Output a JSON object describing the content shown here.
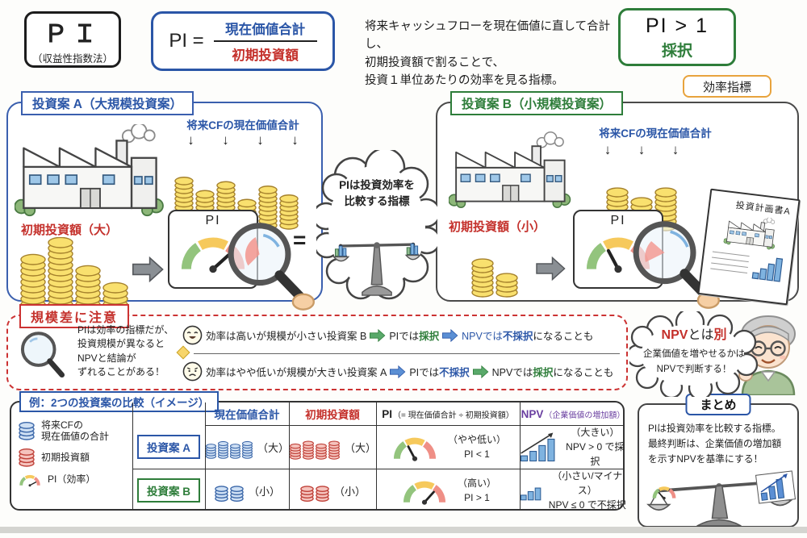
{
  "header": {
    "pi_box": {
      "title": "ＰＩ",
      "subtitle": "（収益性指数法）"
    },
    "formula": {
      "lhs": "PI =",
      "numerator": "現在価値合計",
      "denominator": "初期投資額"
    },
    "description": [
      "将来キャッシュフローを現在価値に直して合計し、",
      "初期投資額で割ることで、",
      "投資１単位あたりの効率を見る指標。"
    ],
    "decision": {
      "condition": "PI > 1",
      "action": "採択"
    },
    "efficiency_badge": "効率指標"
  },
  "plan_a": {
    "title": "投資案 A（大規模投資案）",
    "cf_label": "将来CFの現在価値合計",
    "invest_label": "初期投資額（大）",
    "gauge_label": "PI",
    "equals": "="
  },
  "cloud": {
    "line1": "PIは投資効率を",
    "line2": "比較する指標"
  },
  "plan_b": {
    "title": "投資案 B（小規模投資案）",
    "cf_label": "将来CFの現在価値合計",
    "invest_label": "初期投資額（小）",
    "gauge_label": "PI",
    "document_title": "投資計画書A"
  },
  "caution": {
    "title": "規模差に注意",
    "note": [
      "PIは効率の指標だが、",
      "投資規模が異なると",
      "NPVと結論が",
      "ずれることがある！"
    ],
    "row1": {
      "lead": "効率は高いが規模が小さい投資案 B",
      "pi_label": "PIでは",
      "pi_result": "採択",
      "npv_label": "NPVでは",
      "npv_result": "不採択",
      "suffix": "になることも"
    },
    "row2": {
      "lead": "効率はやや低いが規模が大きい投資案 A",
      "pi_label": "PIでは",
      "pi_result": "不採択",
      "npv_label": "NPVでは",
      "npv_result": "採択",
      "suffix": "になることも"
    }
  },
  "npv_cloud": {
    "em1": "NPV",
    "mid": "とは",
    "em2": "別",
    "line1": "企業価値を増やせるかは",
    "line2": "NPVで判断する！"
  },
  "table": {
    "title": "例：2つの投資案の比較（イメージ）",
    "legend": {
      "item1a": "将来CFの",
      "item1b": "現在価値の合計",
      "item2": "初期投資額",
      "item3": "PI（効率）"
    },
    "col_pv": "現在価値合計",
    "col_init": "初期投資額",
    "col_pi": "PI",
    "col_pi_paren": "（= 現在価値合計 ÷ 初期投資額）",
    "col_npv": "NPV",
    "col_npv_paren": "（企業価値の増加額）",
    "row_a": {
      "label": "投資案 A",
      "pv": "（大）",
      "init": "（大）",
      "pi_note": "（やや低い）",
      "pi_value": "PI < 1",
      "npv_note": "（大きい）",
      "npv_value": "NPV > 0 で採択"
    },
    "row_b": {
      "label": "投資案 B",
      "pv": "（小）",
      "init": "（小）",
      "pi_note": "（高い）",
      "pi_value": "PI > 1",
      "npv_note": "（小さい/マイナス）",
      "npv_value": "NPV ≤ 0 で不採択"
    }
  },
  "summary": {
    "title": "まとめ",
    "lines": [
      "PIは投資効率を比較する指標。",
      "最終判断は、企業価値の増加額",
      "を示すNPVを基準にする！"
    ]
  },
  "colors": {
    "blue": "#2b56a7",
    "red": "#c4302b",
    "green": "#2e7d3a",
    "purple": "#6a3fa0",
    "orange": "#e8a33d"
  }
}
